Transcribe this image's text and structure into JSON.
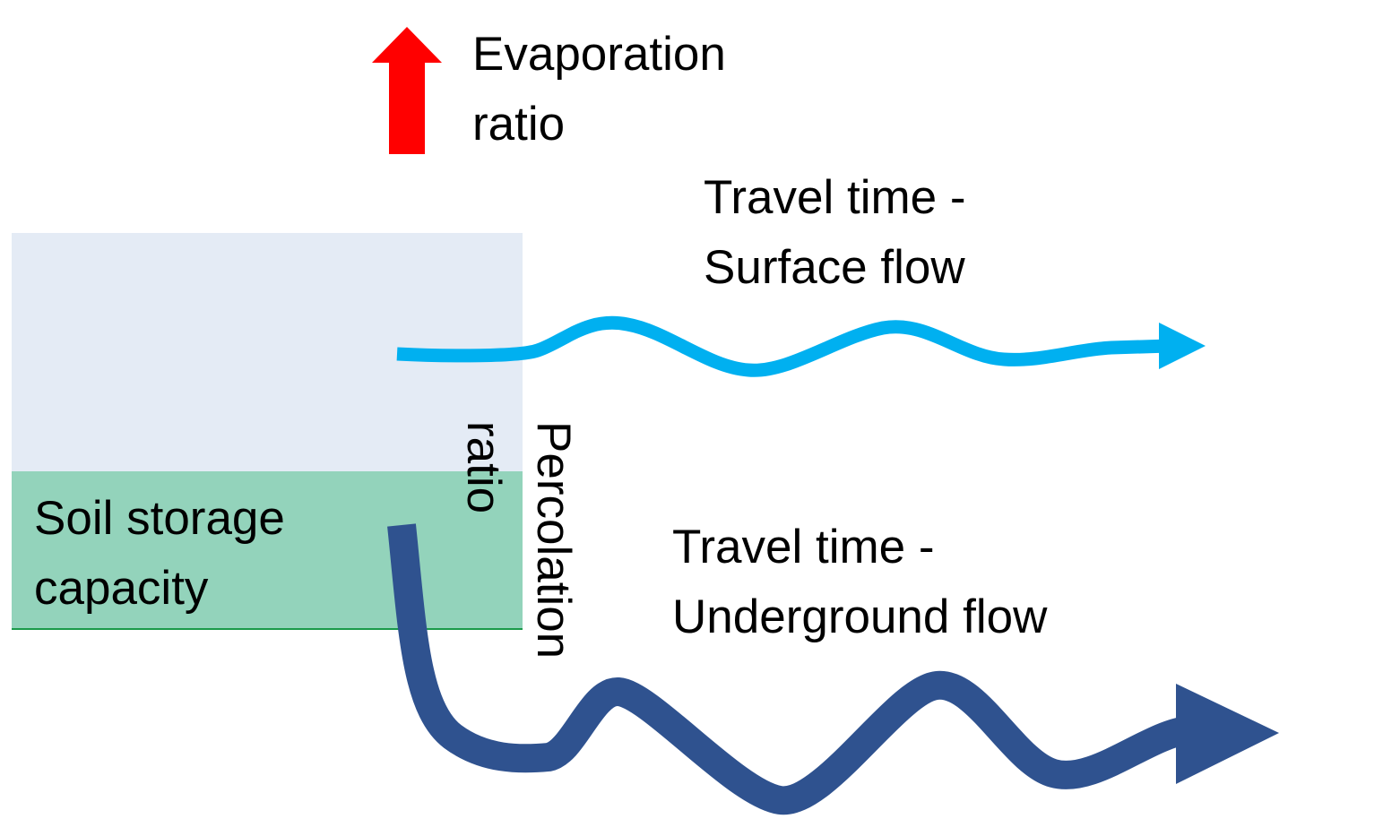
{
  "labels": {
    "evaporation_line1": "Evaporation",
    "evaporation_line2": "ratio",
    "surface_line1": "Travel time -",
    "surface_line2": "Surface flow",
    "underground_line1": "Travel time -",
    "underground_line2": "Underground flow",
    "soil_line1": "Soil storage",
    "soil_line2": "capacity",
    "percolation_line1": "Percolation",
    "percolation_line2": "ratio"
  },
  "colors": {
    "evaporation_arrow": "#ff0000",
    "surface_flow": "#00b0f0",
    "underground_flow": "#2f528f",
    "upper_zone": "#e4ebf5",
    "soil_zone": "#93d3bb",
    "soil_border": "#1a9a4a"
  },
  "icons": {
    "evaporation": "up-arrow-icon",
    "surface_flow": "wavy-arrow-icon",
    "underground_flow": "wavy-arrow-icon"
  }
}
